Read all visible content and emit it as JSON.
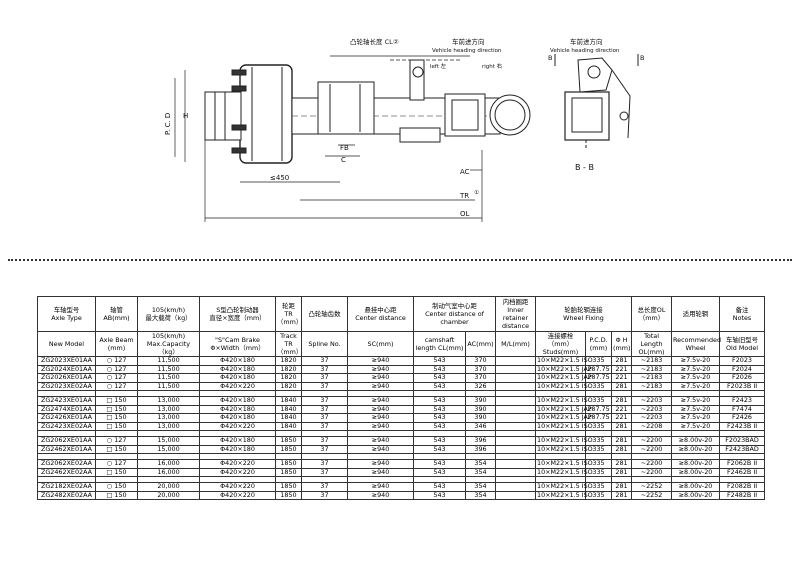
{
  "drawing": {
    "cam_length": "凸轮轴长度 CL",
    "cam_note": "②",
    "heading_cn": "车前进方向",
    "heading_en": "Vehicle heading direction",
    "left_label": "left 左",
    "right_label": "right 右",
    "heading_cn_2": "车前进方向",
    "heading_en_2": "Vehicle heading direction",
    "section_a": "B",
    "section_b": "B",
    "section_label": "B - B",
    "dim_pcd": "P. C. D",
    "dim_h": "H",
    "dim_fb": "FB",
    "dim_c": "C",
    "dim_450": "≤450",
    "dim_ac": "AC",
    "dim_tr": "TR",
    "dim_tr_note": "①",
    "dim_ol": "OL"
  },
  "table": {
    "header1": [
      {
        "cn": "车轴型号",
        "en": "Axle Type"
      },
      {
        "cn": "轴管",
        "en": "AB(mm)"
      },
      {
        "cn": "105(km/h)",
        "en": "最大载荷（kg）"
      },
      {
        "cn": "S型凸轮制动器",
        "en": "直径×宽度（mm）"
      },
      {
        "cn": "轮距",
        "en": "TR（mm）"
      },
      {
        "cn": "凸轮轴齿数",
        "en": ""
      },
      {
        "cn": "悬挂中心距",
        "en": "Center distance"
      },
      {
        "cn": "制动气室中心距",
        "en": "Center distance of chamber"
      },
      {
        "cn": "内档圈距",
        "en": "Inner retainer distance"
      },
      {
        "cn": "轮胎轮辋连接",
        "en": "Wheel Fixing"
      },
      {
        "cn": "总长度OL",
        "en": "（mm）"
      },
      {
        "cn": "适用轮辋",
        "en": ""
      },
      {
        "cn": "备注",
        "en": "Notes"
      }
    ],
    "header2": {
      "new_model": "New Model",
      "axle_beam": "Axle Beam (mm)",
      "capacity": "105(km/h) Max.Capacity（kg）",
      "cam_brake": "\"S\"Cam Brake Φ×Width（mm）",
      "track": "Track TR（mm）",
      "spline": "Spline No.",
      "sc": "SC(mm)",
      "cl": "camshaft length CL(mm)",
      "ac": "AC(mm)",
      "ml": "M/L(mm)",
      "studs": "连接螺栓（mm） Studs(mm)",
      "pcd": "P.C.D. (mm)",
      "h": "Φ H (mm)",
      "ol": "Total Length OL(mm)",
      "wheel": "Recommended Wheel",
      "old_model": "车轴旧型号 Old Model"
    },
    "rows": [
      [
        "ZG2023XE01AA",
        "○ 127",
        "11,500",
        "Φ420×180",
        "1820",
        "37",
        "≥940",
        "543",
        "370",
        "",
        "10×M22×1.5 ISO",
        "335",
        "281",
        "~2183",
        "≥7.5v-20",
        "F2023"
      ],
      [
        "ZG2024XE01AA",
        "○ 127",
        "11,500",
        "Φ420×180",
        "1820",
        "37",
        "≥940",
        "543",
        "370",
        "",
        "10×M22×1.5 JAP",
        "287.75",
        "221",
        "~2183",
        "≥7.5v-20",
        "F2024"
      ],
      [
        "ZG2026XE01AA",
        "○ 127",
        "11,500",
        "Φ420×180",
        "1820",
        "37",
        "≥940",
        "543",
        "370",
        "",
        "10×M22×1.5 JAP",
        "287.75",
        "221",
        "~2183",
        "≥7.5v-20",
        "F2026"
      ],
      [
        "ZG2023XE02AA",
        "○ 127",
        "11,500",
        "Φ420×220",
        "1820",
        "37",
        "≥940",
        "543",
        "326",
        "",
        "10×M22×1.5 ISO",
        "335",
        "281",
        "~2183",
        "≥7.5v-20",
        "F2023B II"
      ],
      null,
      [
        "ZG2423XE01AA",
        "□ 150",
        "13,000",
        "Φ420×180",
        "1840",
        "37",
        "≥940",
        "543",
        "390",
        "",
        "10×M22×1.5 ISO",
        "335",
        "281",
        "~2203",
        "≥7.5v-20",
        "F2423"
      ],
      [
        "ZG2474XE01AA",
        "□ 150",
        "13,000",
        "Φ420×180",
        "1840",
        "37",
        "≥940",
        "543",
        "390",
        "",
        "10×M22×1.5 JAP",
        "287.75",
        "221",
        "~2203",
        "≥7.5v-20",
        "F7474"
      ],
      [
        "ZG2426XE01AA",
        "□ 150",
        "13,000",
        "Φ420×180",
        "1840",
        "37",
        "≥940",
        "543",
        "390",
        "",
        "10×M22×1.5 JAP",
        "287.75",
        "221",
        "~2203",
        "≥7.5v-20",
        "F2426"
      ],
      [
        "ZG2423XE02AA",
        "□ 150",
        "13,000",
        "Φ420×220",
        "1840",
        "37",
        "≥940",
        "543",
        "346",
        "",
        "10×M22×1.5 ISO",
        "335",
        "281",
        "~2208",
        "≥7.5v-20",
        "F2423B II"
      ],
      null,
      [
        "ZG2062XE01AA",
        "○ 127",
        "15,000",
        "Φ420×180",
        "1850",
        "37",
        "≥940",
        "543",
        "396",
        "",
        "10×M22×1.5 ISO",
        "335",
        "281",
        "~2200",
        "≥8.00v-20",
        "F2023BAD"
      ],
      [
        "ZG2462XE01AA",
        "□ 150",
        "15,000",
        "Φ420×180",
        "1850",
        "37",
        "≥940",
        "543",
        "396",
        "",
        "10×M22×1.5 ISO",
        "335",
        "281",
        "~2200",
        "≥8.00v-20",
        "F2423BAD"
      ],
      null,
      [
        "ZG2062XE02AA",
        "○ 127",
        "16,000",
        "Φ420×220",
        "1850",
        "37",
        "≥940",
        "543",
        "354",
        "",
        "10×M22×1.5 ISO",
        "335",
        "281",
        "~2200",
        "≥8.00v-20",
        "F2062B II"
      ],
      [
        "ZG2462XE02AA",
        "□ 150",
        "16,000",
        "Φ420×220",
        "1850",
        "37",
        "≥940",
        "543",
        "354",
        "",
        "10×M22×1.5 ISO",
        "335",
        "281",
        "~2200",
        "≥8.00v-20",
        "F2462B II"
      ],
      null,
      [
        "ZG2182XE02AA",
        "○ 150",
        "20,000",
        "Φ420×220",
        "1850",
        "37",
        "≥940",
        "543",
        "354",
        "",
        "10×M22×1.5 ISO",
        "335",
        "281",
        "~2252",
        "≥8.00v-20",
        "F2082B II"
      ],
      [
        "ZG2482XE02AA",
        "□ 150",
        "20,000",
        "Φ420×220",
        "1850",
        "37",
        "≥940",
        "543",
        "354",
        "",
        "10×M22×1.5 ISO",
        "335",
        "281",
        "~2252",
        "≥8.00v-20",
        "F2482B II"
      ]
    ]
  }
}
